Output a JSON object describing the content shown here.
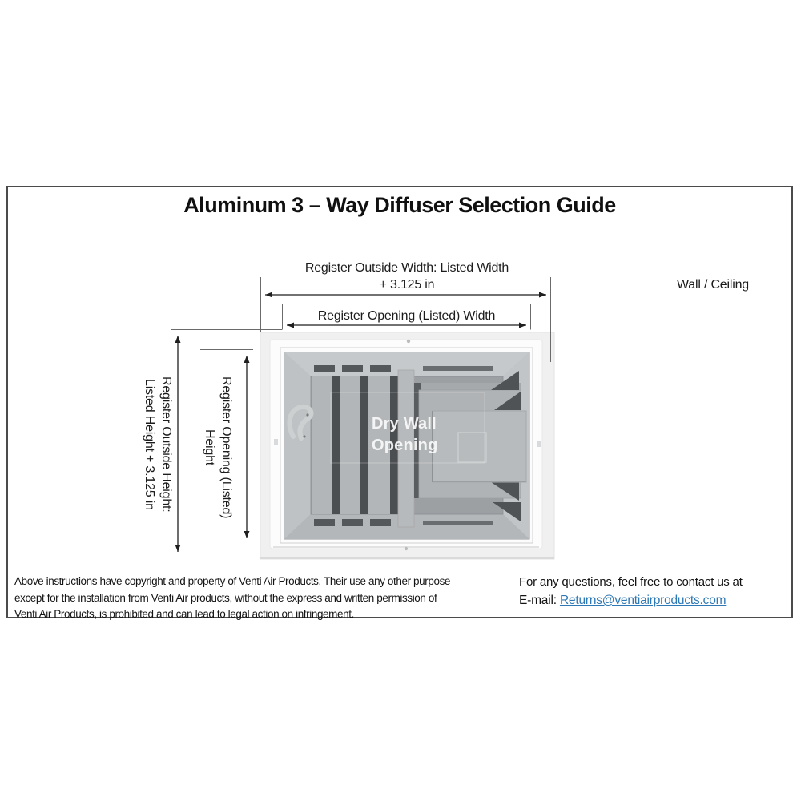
{
  "title": "Aluminum 3 – Way Diffuser Selection Guide",
  "labels": {
    "outside_width_line1": "Register Outside Width: Listed Width",
    "outside_width_line2": "+ 3.125 in",
    "opening_width": "Register Opening (Listed) Width",
    "outside_height_line1": "Register Outside Height:",
    "outside_height_line2": "Listed Height + 3.125 in",
    "opening_height_line1": "Register Opening (Listed)",
    "opening_height_line2": "Height",
    "wall_ceiling": "Wall / Ceiling",
    "drywall_line1": "Dry Wall",
    "drywall_line2": "Opening"
  },
  "footer": {
    "copyright_lines": [
      "Above instructions have copyright and property of Venti Air Products. Their use any other purpose",
      "except for the installation from Venti Air products, without the express and written permission of",
      "Venti Air Products, is prohibited and can lead to legal action on infringement."
    ],
    "contact_line": "For any questions, feel free to contact us at",
    "email_prefix": "E-mail: ",
    "email_link": "Returns@ventiairproducts.com"
  },
  "colors": {
    "link_blue": "#2e78b5",
    "frame_border": "#4b4b4b",
    "dimension_line": "#1f1f1f",
    "wall_panel": "#f0f0f1",
    "diffuser_gray": "#aaadaf"
  }
}
